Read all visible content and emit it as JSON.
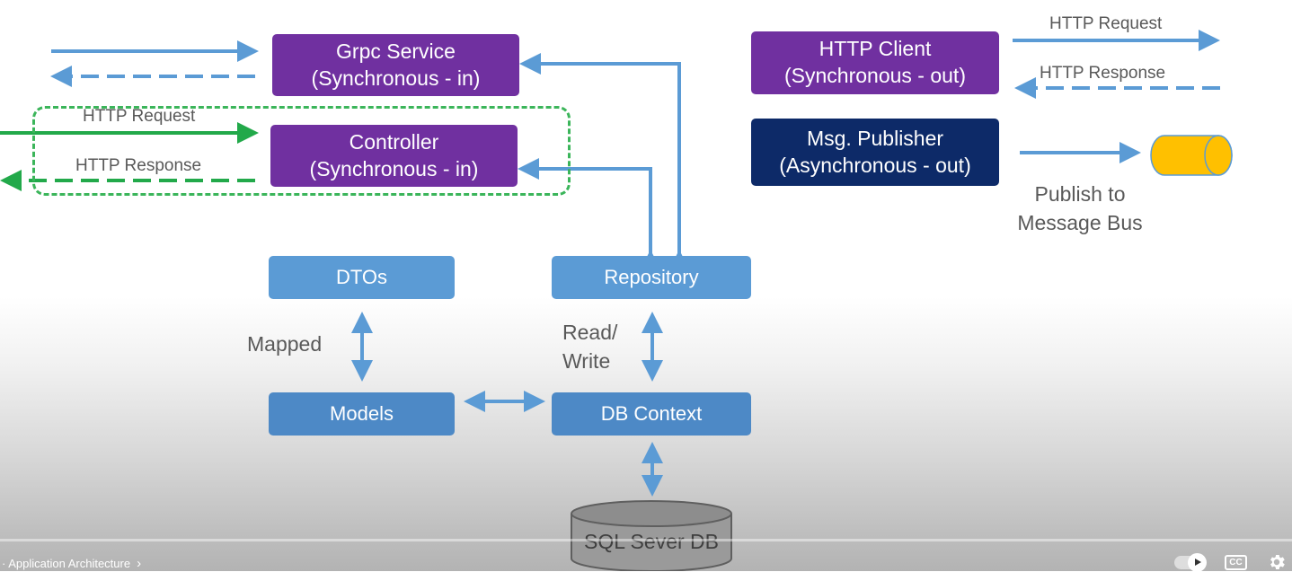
{
  "boxes": {
    "grpc_service": {
      "line1": "Grpc Service",
      "line2": "(Synchronous - in)"
    },
    "controller": {
      "line1": "Controller",
      "line2": "(Synchronous - in)"
    },
    "http_client": {
      "line1": "HTTP Client",
      "line2": "(Synchronous - out)"
    },
    "msg_publisher": {
      "line1": "Msg. Publisher",
      "line2": "(Asynchronous - out)"
    },
    "dtos": "DTOs",
    "repository": "Repository",
    "models": "Models",
    "db_context": "DB Context",
    "sql_db": "SQL Sever DB"
  },
  "labels": {
    "controller_request": "HTTP Request",
    "controller_response": "HTTP Response",
    "client_request": "HTTP Request",
    "client_response": "HTTP Response",
    "publish_line1": "Publish to",
    "publish_line2": "Message Bus",
    "mapped": "Mapped",
    "read_write_line1": "Read/",
    "read_write_line2": "Write"
  },
  "player": {
    "chapter": "· Application Architecture",
    "cc_label": "CC",
    "icons": [
      "chevron-right-icon",
      "autoplay-icon",
      "closed-captions-icon",
      "gear-icon"
    ]
  },
  "colors": {
    "purple": "#7030a0",
    "navy": "#0d2a68",
    "blue": "#5b9bd5",
    "arrow_blue": "#5b9bd5",
    "arrow_green": "#22a94a",
    "cylinder_yellow": "#ffc000"
  }
}
